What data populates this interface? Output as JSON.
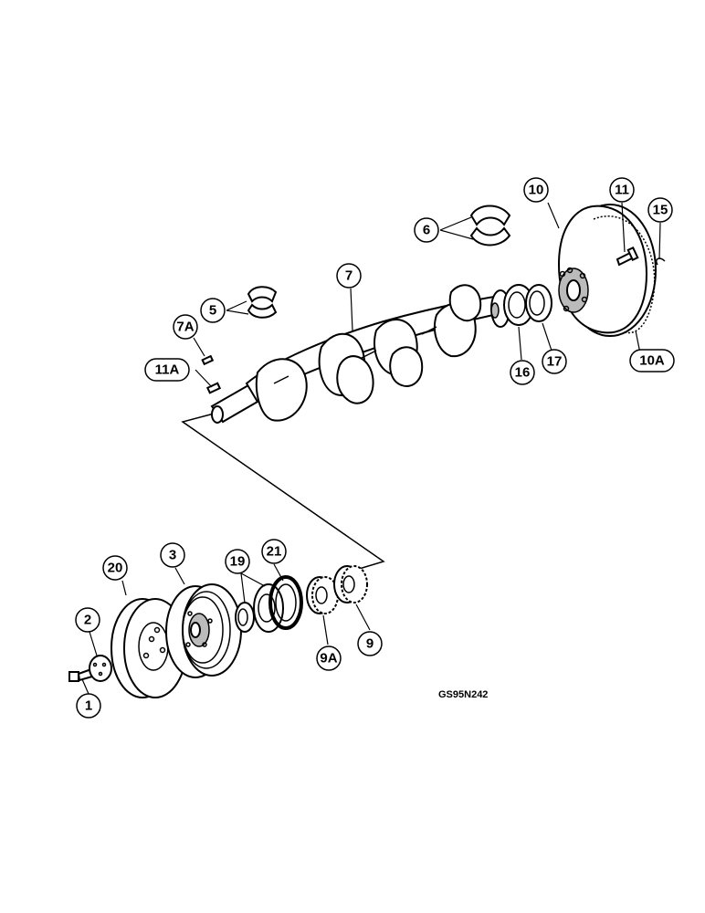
{
  "figure_code": "GS95N242",
  "callouts": [
    {
      "id": "c1",
      "label": "1"
    },
    {
      "id": "c2",
      "label": "2"
    },
    {
      "id": "c3",
      "label": "3"
    },
    {
      "id": "c5",
      "label": "5"
    },
    {
      "id": "c6",
      "label": "6"
    },
    {
      "id": "c7",
      "label": "7"
    },
    {
      "id": "c7A",
      "label": "7A"
    },
    {
      "id": "c9",
      "label": "9"
    },
    {
      "id": "c9A",
      "label": "9A"
    },
    {
      "id": "c10",
      "label": "10"
    },
    {
      "id": "c10A",
      "label": "10A"
    },
    {
      "id": "c11",
      "label": "11"
    },
    {
      "id": "c11A",
      "label": "11A"
    },
    {
      "id": "c15",
      "label": "15"
    },
    {
      "id": "c16",
      "label": "16"
    },
    {
      "id": "c17",
      "label": "17"
    },
    {
      "id": "c19",
      "label": "19"
    },
    {
      "id": "c20",
      "label": "20"
    },
    {
      "id": "c21",
      "label": "21"
    }
  ]
}
